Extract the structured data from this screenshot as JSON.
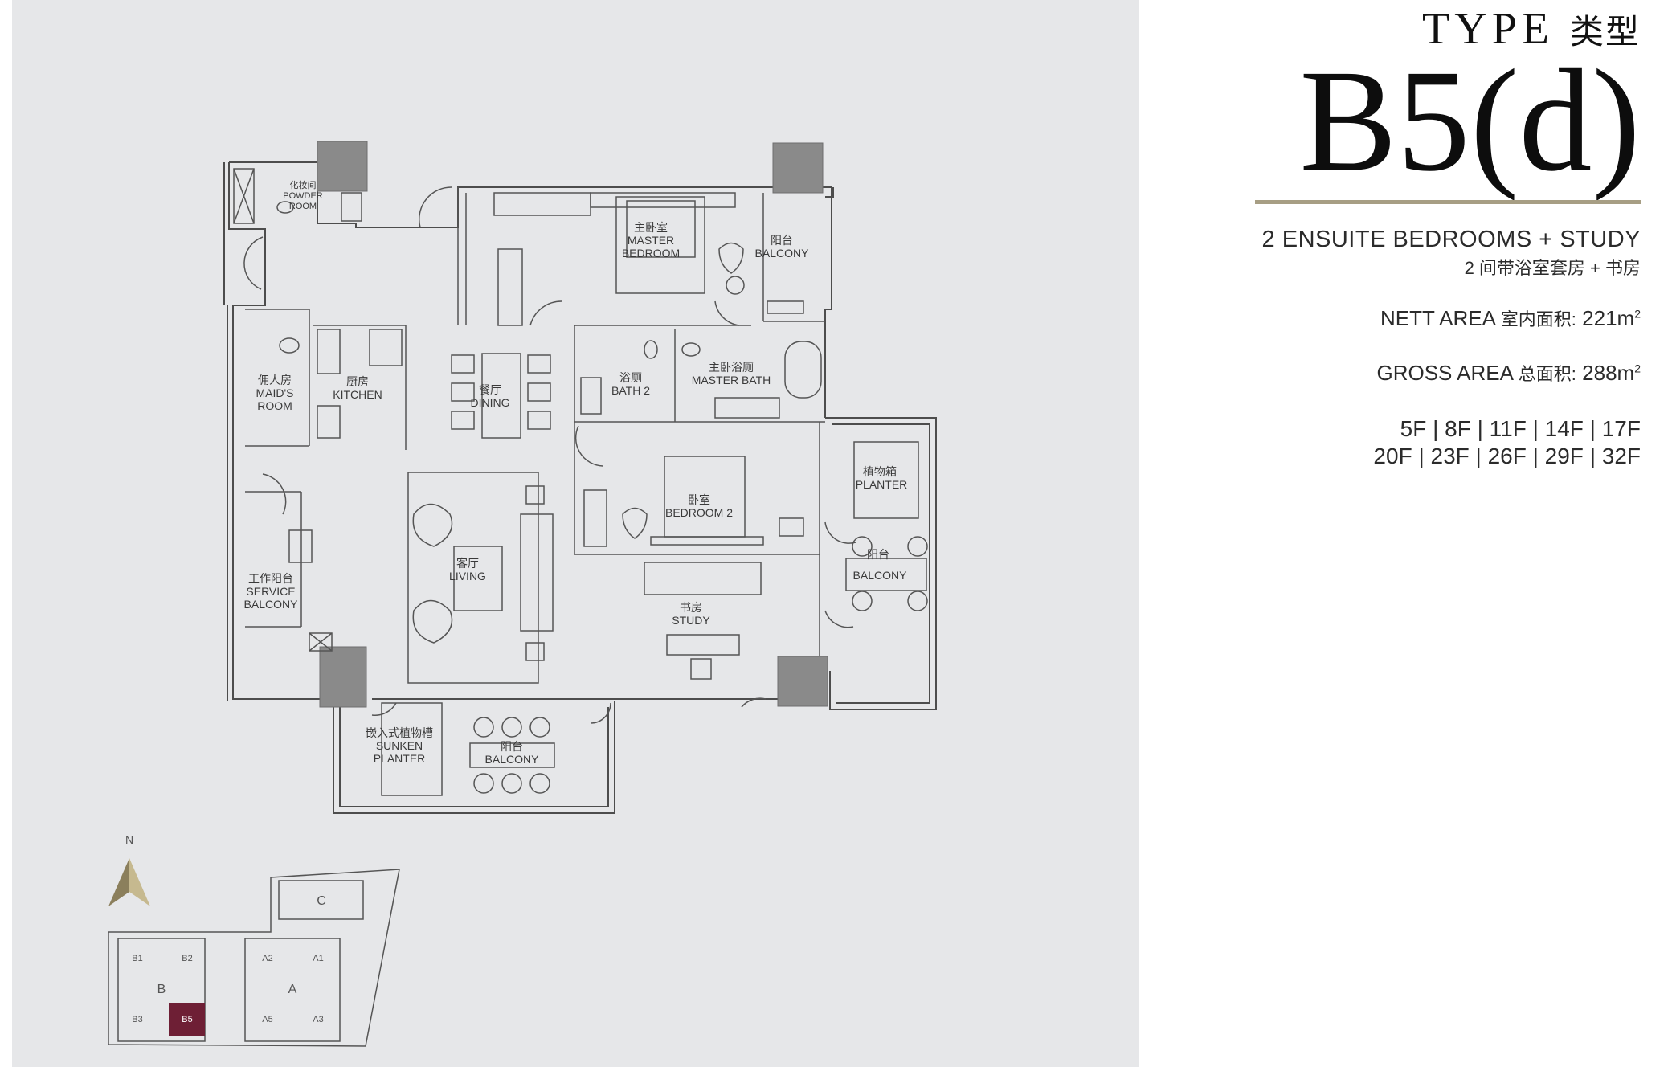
{
  "header": {
    "type_label": "TYPE",
    "type_label_cn": "类型",
    "type_code": "B5(d)"
  },
  "summary": {
    "rooms_en": "2 ENSUITE BEDROOMS + STUDY",
    "rooms_cn": "2 间带浴室套房 + 书房"
  },
  "areas": {
    "nett_label": "NETT AREA",
    "nett_label_cn": "室内面积:",
    "nett_value": "221m",
    "gross_label": "GROSS AREA",
    "gross_label_cn": "总面积:",
    "gross_value": "288m",
    "unit_sup": "2"
  },
  "floors": {
    "line1": "5F | 8F | 11F | 14F | 17F",
    "line2": "20F | 23F | 26F | 29F | 32F"
  },
  "rooms": {
    "powder_cn": "化妆间",
    "powder_en1": "POWDER",
    "powder_en2": "ROOM",
    "master_cn": "主卧室",
    "master_en1": "MASTER",
    "master_en2": "BEDROOM",
    "balcony_top_cn": "阳台",
    "balcony_top_en": "BALCONY",
    "maid_cn": "佣人房",
    "maid_en1": "MAID'S",
    "maid_en2": "ROOM",
    "kitchen_cn": "厨房",
    "kitchen_en": "KITCHEN",
    "dining_cn": "餐厅",
    "dining_en": "DINING",
    "bath2_cn": "浴厕",
    "bath2_en": "BATH 2",
    "mbath_cn": "主卧浴厕",
    "mbath_en": "MASTER BATH",
    "bed2_cn": "卧室",
    "bed2_en": "BEDROOM 2",
    "planter_cn": "植物箱",
    "planter_en": "PLANTER",
    "balcony_right_cn": "阳台",
    "balcony_right_en": "BALCONY",
    "living_cn": "客厅",
    "living_en": "LIVING",
    "service_cn": "工作阳台",
    "service_en1": "SERVICE",
    "service_en2": "BALCONY",
    "study_cn": "书房",
    "study_en": "STUDY",
    "sunken_cn": "嵌入式植物槽",
    "sunken_en1": "SUNKEN",
    "sunken_en2": "PLANTER",
    "balcony_bottom_cn": "阳台",
    "balcony_bottom_en": "BALCONY"
  },
  "key_plan": {
    "north": "N",
    "block_c": "C",
    "block_b": "B",
    "block_a": "A",
    "b1": "B1",
    "b2": "B2",
    "b3": "B3",
    "b5": "B5",
    "a1": "A1",
    "a2": "A2",
    "a3": "A3",
    "a5": "A5",
    "highlight_color": "#6e1f35"
  },
  "colors": {
    "gold": "#a79e84",
    "panel_bg": "#e6e7e9"
  }
}
